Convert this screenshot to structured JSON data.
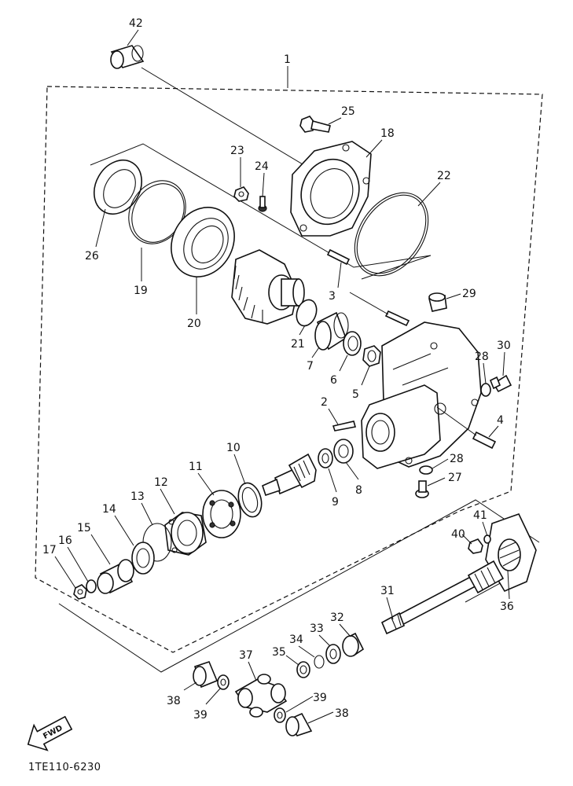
{
  "diagram_code": "1TE110-6230",
  "fwd_label": "FWD",
  "labels": {
    "p1": "1",
    "p2": "2",
    "p3": "3",
    "p4": "4",
    "p5": "5",
    "p6": "6",
    "p7": "7",
    "p8": "8",
    "p9": "9",
    "p10": "10",
    "p11": "11",
    "p12": "12",
    "p13": "13",
    "p14": "14",
    "p15": "15",
    "p16": "16",
    "p17": "17",
    "p18": "18",
    "p19": "19",
    "p20": "20",
    "p21": "21",
    "p22": "22",
    "p23": "23",
    "p24": "24",
    "p25": "25",
    "p26": "26",
    "p27": "27",
    "p28a": "28",
    "p28b": "28",
    "p29": "29",
    "p30": "30",
    "p31": "31",
    "p32": "32",
    "p33": "33",
    "p34": "34",
    "p35": "35",
    "p36": "36",
    "p37": "37",
    "p38a": "38",
    "p38b": "38",
    "p39a": "39",
    "p39b": "39",
    "p40": "40",
    "p41": "41",
    "p42": "42"
  }
}
